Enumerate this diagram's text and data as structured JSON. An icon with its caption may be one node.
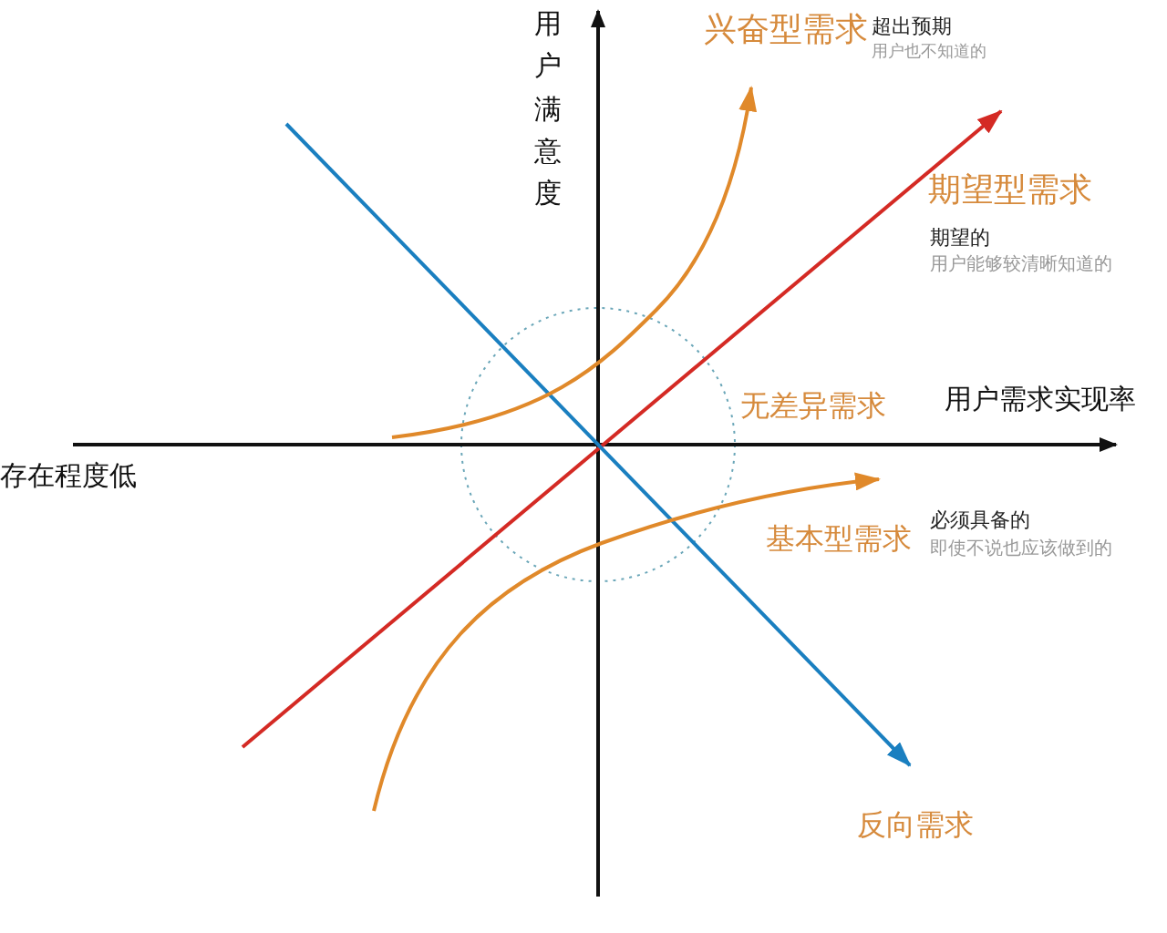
{
  "diagram": {
    "labels": [
      "用户满意度",
      "兴奋型需求",
      "超出预期",
      "用户也不知道的",
      "期望型需求",
      "期望的",
      "用户能够较清晰知道的",
      "无差异需求",
      "用户需求实现率",
      "存在程度低",
      "基本型需求",
      "必须具备的",
      "即使不说也应该做到的",
      "反向需求"
    ]
  }
}
